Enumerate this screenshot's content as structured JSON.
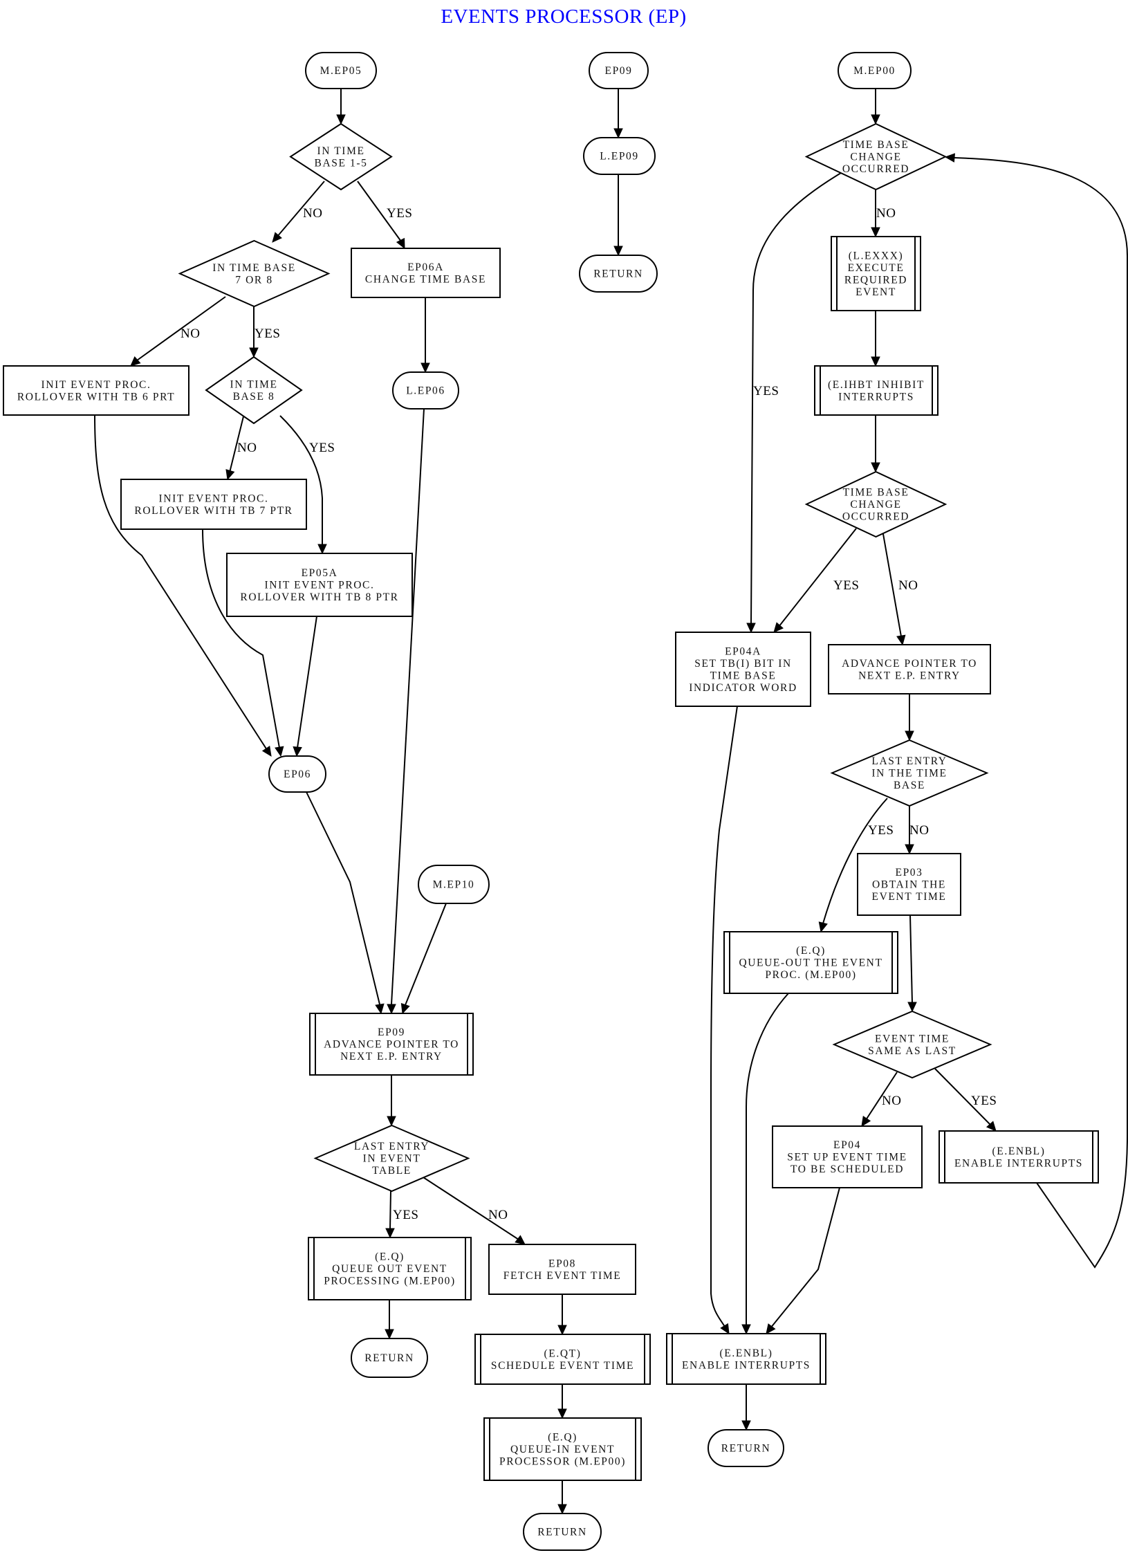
{
  "title": "EVENTS PROCESSOR (EP)",
  "title_color": "#0000ff",
  "nodes": {
    "m_ep05": {
      "type": "terminal",
      "lines": [
        "M.EP05"
      ]
    },
    "in_tb_1_5": {
      "type": "decision",
      "lines": [
        "IN TIME",
        "BASE 1-5"
      ]
    },
    "in_tb_7_8": {
      "type": "decision",
      "lines": [
        "IN TIME BASE",
        "7 OR 8"
      ]
    },
    "ep06a": {
      "type": "process",
      "lines": [
        "EP06A",
        "CHANGE TIME BASE"
      ]
    },
    "l_ep06": {
      "type": "terminal",
      "lines": [
        "L.EP06"
      ]
    },
    "init_tb6": {
      "type": "process",
      "lines": [
        "INIT EVENT PROC.",
        "ROLLOVER WITH TB 6 PRT"
      ]
    },
    "in_tb_8": {
      "type": "decision",
      "lines": [
        "IN TIME",
        "BASE 8"
      ]
    },
    "init_tb7": {
      "type": "process",
      "lines": [
        "INIT EVENT PROC.",
        "ROLLOVER WITH TB 7 PTR"
      ]
    },
    "ep05a": {
      "type": "process",
      "lines": [
        "EP05A",
        "INIT EVENT PROC.",
        "ROLLOVER WITH TB 8 PTR"
      ]
    },
    "ep06": {
      "type": "terminal",
      "lines": [
        "EP06"
      ]
    },
    "m_ep10": {
      "type": "terminal",
      "lines": [
        "M.EP10"
      ]
    },
    "ep09_advance": {
      "type": "subprocess",
      "lines": [
        "EP09",
        "ADVANCE POINTER TO",
        "NEXT E.P. ENTRY"
      ]
    },
    "last_entry_table": {
      "type": "decision",
      "lines": [
        "LAST ENTRY",
        "IN EVENT",
        "TABLE"
      ]
    },
    "eq_queue_out": {
      "type": "subprocess",
      "lines": [
        "(E.Q)",
        "QUEUE OUT EVENT",
        "PROCESSING (M.EP00)"
      ]
    },
    "return_1": {
      "type": "terminal",
      "lines": [
        "RETURN"
      ]
    },
    "ep08": {
      "type": "process",
      "lines": [
        "EP08",
        "FETCH EVENT TIME"
      ]
    },
    "eqt": {
      "type": "subprocess",
      "lines": [
        "(E.QT)",
        "SCHEDULE EVENT TIME"
      ]
    },
    "eq_queue_in": {
      "type": "subprocess",
      "lines": [
        "(E.Q)",
        "QUEUE-IN EVENT",
        "PROCESSOR (M.EP00)"
      ]
    },
    "return_2": {
      "type": "terminal",
      "lines": [
        "RETURN"
      ]
    },
    "ep09": {
      "type": "terminal",
      "lines": [
        "EP09"
      ]
    },
    "l_ep09": {
      "type": "terminal",
      "lines": [
        "L.EP09"
      ]
    },
    "return_3": {
      "type": "terminal",
      "lines": [
        "RETURN"
      ]
    },
    "m_ep00": {
      "type": "terminal",
      "lines": [
        "M.EP00"
      ]
    },
    "tb_change_1": {
      "type": "decision",
      "lines": [
        "TIME BASE",
        "CHANGE",
        "OCCURRED"
      ]
    },
    "l_exxx": {
      "type": "subprocess",
      "lines": [
        "(L.EXXX)",
        "EXECUTE",
        "REQUIRED",
        "EVENT"
      ]
    },
    "e_ihbt": {
      "type": "subprocess",
      "lines": [
        "(E.IHBT INHIBIT",
        "INTERRUPTS"
      ]
    },
    "tb_change_2": {
      "type": "decision",
      "lines": [
        "TIME BASE",
        "CHANGE",
        "OCCURRED"
      ]
    },
    "ep04a": {
      "type": "process",
      "lines": [
        "EP04A",
        "SET TB(I) BIT IN",
        "TIME BASE",
        "INDICATOR WORD"
      ]
    },
    "advance_ptr": {
      "type": "process",
      "lines": [
        "ADVANCE POINTER TO",
        "NEXT E.P. ENTRY"
      ]
    },
    "last_entry_tb": {
      "type": "decision",
      "lines": [
        "LAST ENTRY",
        "IN THE TIME",
        "BASE"
      ]
    },
    "ep03": {
      "type": "process",
      "lines": [
        "EP03",
        "OBTAIN THE",
        "EVENT TIME"
      ]
    },
    "eq_queue_out_ev": {
      "type": "subprocess",
      "lines": [
        "(E.Q)",
        "QUEUE-OUT THE EVENT",
        "PROC. (M.EP00)"
      ]
    },
    "event_time_same": {
      "type": "decision",
      "lines": [
        "EVENT TIME",
        "SAME AS LAST"
      ]
    },
    "ep04": {
      "type": "process",
      "lines": [
        "EP04",
        "SET UP EVENT TIME",
        "TO BE SCHEDULED"
      ]
    },
    "e_enbl_right": {
      "type": "subprocess",
      "lines": [
        "(E.ENBL)",
        "ENABLE INTERRUPTS"
      ]
    },
    "e_enbl_bottom": {
      "type": "subprocess",
      "lines": [
        "(E.ENBL)",
        "ENABLE INTERRUPTS"
      ]
    },
    "return_4": {
      "type": "terminal",
      "lines": [
        "RETURN"
      ]
    }
  },
  "edge_labels": {
    "tb15_no": "NO",
    "tb15_yes": "YES",
    "tb78_no": "NO",
    "tb78_yes": "YES",
    "tb8_no": "NO",
    "tb8_yes": "YES",
    "let_yes": "YES",
    "let_no": "NO",
    "tbc1_no": "NO",
    "tbc1_yes": "YES",
    "tbc2_yes": "YES",
    "tbc2_no": "NO",
    "letb_yes": "YES",
    "letb_no": "NO",
    "ets_no": "NO",
    "ets_yes": "YES"
  },
  "edges": [
    [
      "m_ep05",
      "in_tb_1_5",
      ""
    ],
    [
      "in_tb_1_5",
      "in_tb_7_8",
      "NO"
    ],
    [
      "in_tb_1_5",
      "ep06a",
      "YES"
    ],
    [
      "in_tb_7_8",
      "init_tb6",
      "NO"
    ],
    [
      "in_tb_7_8",
      "in_tb_8",
      "YES"
    ],
    [
      "ep06a",
      "l_ep06",
      ""
    ],
    [
      "in_tb_8",
      "init_tb7",
      "NO"
    ],
    [
      "in_tb_8",
      "ep05a",
      "YES"
    ],
    [
      "init_tb6",
      "ep06",
      ""
    ],
    [
      "init_tb7",
      "ep06",
      ""
    ],
    [
      "ep05a",
      "ep06",
      ""
    ],
    [
      "ep06",
      "ep09_advance",
      ""
    ],
    [
      "l_ep06",
      "ep09_advance",
      ""
    ],
    [
      "m_ep10",
      "ep09_advance",
      ""
    ],
    [
      "ep09_advance",
      "last_entry_table",
      ""
    ],
    [
      "last_entry_table",
      "eq_queue_out",
      "YES"
    ],
    [
      "last_entry_table",
      "ep08",
      "NO"
    ],
    [
      "eq_queue_out",
      "return_1",
      ""
    ],
    [
      "ep08",
      "eqt",
      ""
    ],
    [
      "eqt",
      "eq_queue_in",
      ""
    ],
    [
      "eq_queue_in",
      "return_2",
      ""
    ],
    [
      "ep09",
      "l_ep09",
      ""
    ],
    [
      "l_ep09",
      "return_3",
      ""
    ],
    [
      "m_ep00",
      "tb_change_1",
      ""
    ],
    [
      "tb_change_1",
      "l_exxx",
      "NO"
    ],
    [
      "tb_change_1",
      "ep04a",
      "YES"
    ],
    [
      "l_exxx",
      "e_ihbt",
      ""
    ],
    [
      "e_ihbt",
      "tb_change_2",
      ""
    ],
    [
      "tb_change_2",
      "ep04a",
      "YES"
    ],
    [
      "tb_change_2",
      "advance_ptr",
      "NO"
    ],
    [
      "advance_ptr",
      "last_entry_tb",
      ""
    ],
    [
      "last_entry_tb",
      "eq_queue_out_ev",
      "YES"
    ],
    [
      "last_entry_tb",
      "ep03",
      "NO"
    ],
    [
      "ep03",
      "event_time_same",
      ""
    ],
    [
      "event_time_same",
      "ep04",
      "NO"
    ],
    [
      "event_time_same",
      "e_enbl_right",
      "YES"
    ],
    [
      "e_enbl_right",
      "tb_change_1",
      ""
    ],
    [
      "ep04a",
      "e_enbl_bottom",
      ""
    ],
    [
      "eq_queue_out_ev",
      "e_enbl_bottom",
      ""
    ],
    [
      "ep04",
      "e_enbl_bottom",
      ""
    ],
    [
      "e_enbl_bottom",
      "return_4",
      ""
    ]
  ]
}
